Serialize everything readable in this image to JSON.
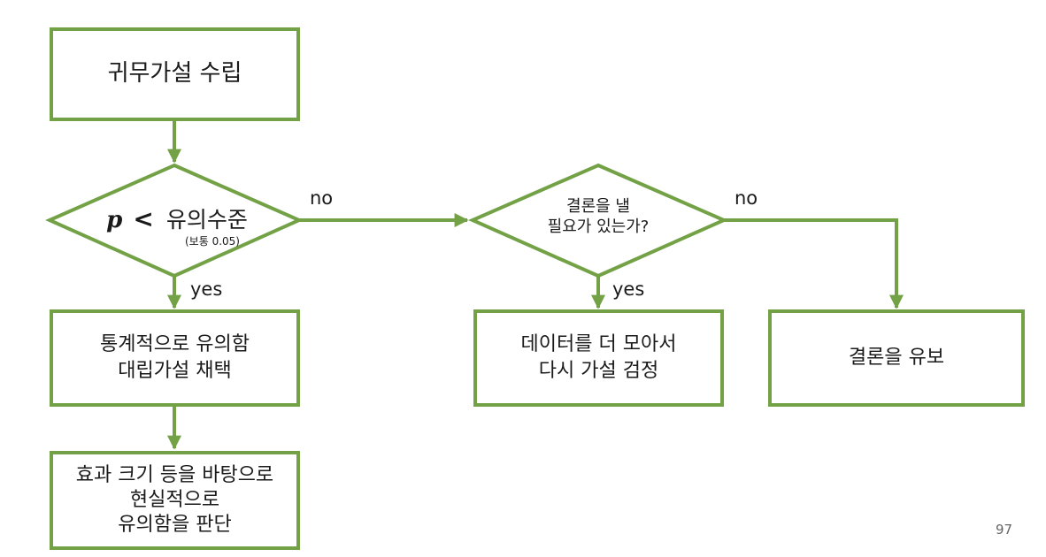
{
  "colors": {
    "stroke": "#73a145",
    "text": "#1a1a1a"
  },
  "nodes": {
    "start": {
      "text": "귀무가설 수립"
    },
    "decision1": {
      "var": "p",
      "op": "<",
      "text": "유의수준",
      "note": "(보통 0.05)"
    },
    "significant": {
      "line1": "통계적으로 유의함",
      "line2": "대립가설 채택"
    },
    "effect": {
      "line1": "효과 크기 등을 바탕으로",
      "line2": "현실적으로",
      "line3": "유의함을 판단"
    },
    "decision2": {
      "line1": "결론을 낼",
      "line2": "필요가 있는가?"
    },
    "more_data": {
      "line1": "데이터를 더 모아서",
      "line2": "다시 가설 검정"
    },
    "defer": {
      "text": "결론을 유보"
    }
  },
  "edges": {
    "d1_yes": "yes",
    "d1_no": "no",
    "d2_yes": "yes",
    "d2_no": "no"
  },
  "page_number": "97"
}
